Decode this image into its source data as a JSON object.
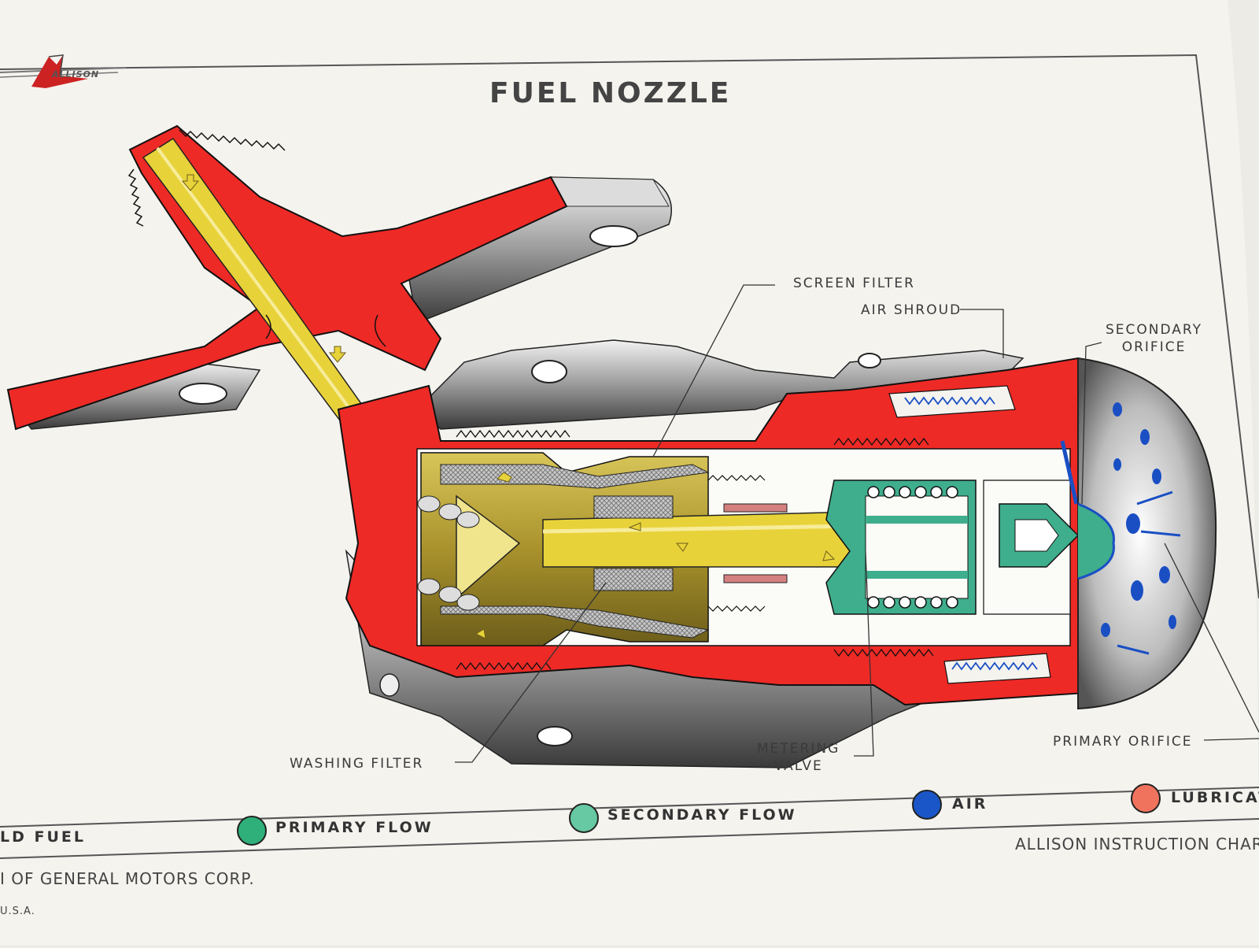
{
  "header": {
    "logo_text": "ALLISON",
    "title": "FUEL NOZZLE"
  },
  "callouts": {
    "screen_filter": "SCREEN FILTER",
    "air_shroud": "AIR SHROUD",
    "secondary_orifice_l1": "SECONDARY",
    "secondary_orifice_l2": "ORIFICE",
    "washing_filter": "WASHING FILTER",
    "metering_valve_l1": "METERING",
    "metering_valve_l2": "VALVE",
    "primary_orifice": "PRIMARY ORIFICE"
  },
  "legend": [
    {
      "label": "LD FUEL",
      "color": ""
    },
    {
      "label": "PRIMARY FLOW",
      "color": "#2fb07a"
    },
    {
      "label": "SECONDARY FLOW",
      "color": "#66c9a3"
    },
    {
      "label": "AIR",
      "color": "#1a56c8"
    },
    {
      "label": "LUBRICATI",
      "color": "#f0735d"
    }
  ],
  "footer": {
    "corp": "I OF GENERAL MOTORS CORP.",
    "country": "U.S.A.",
    "chart": "ALLISON INSTRUCTION CHART"
  },
  "colors": {
    "paper": "#f4f3ee",
    "housing_red": "#ee2a26",
    "fuel_yellow": "#e8d23a",
    "brass": "#b9a23a",
    "metal_gray": "#9c9c9c",
    "secondary_green": "#3fae8c",
    "air_blue": "#1a4fc4",
    "lube_pink": "#d58080"
  }
}
